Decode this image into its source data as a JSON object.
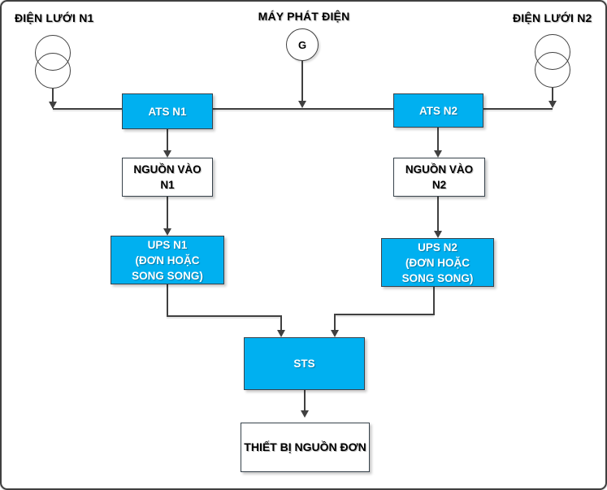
{
  "colors": {
    "node_fill": "#00b0f0",
    "node_text": "#ffffff",
    "plain_fill": "#ffffff",
    "plain_text": "#000000",
    "line": "#404040",
    "canvas_border": "#3f3f3f"
  },
  "sources": {
    "grid1": {
      "label": "ĐIỆN LƯỚI N1",
      "icon": "transformer-icon"
    },
    "generator": {
      "label": "MÁY PHÁT ĐIỆN",
      "symbol": "G",
      "icon": "generator-icon"
    },
    "grid2": {
      "label": "ĐIỆN LƯỚI N2",
      "icon": "transformer-icon"
    }
  },
  "nodes": {
    "ats1": {
      "label": "ATS N1",
      "type": "blue"
    },
    "in1": {
      "label": "NGUỒN VÀO\nN1",
      "type": "white"
    },
    "ups1": {
      "label": "UPS N1\n(ĐƠN HOẶC\nSONG SONG)",
      "type": "blue"
    },
    "ats2": {
      "label": "ATS N2",
      "type": "blue"
    },
    "in2": {
      "label": "NGUỒN VÀO\nN2",
      "type": "white"
    },
    "ups2": {
      "label": "UPS N2\n(ĐƠN HOẶC\nSONG SONG)",
      "type": "blue"
    },
    "sts": {
      "label": "STS",
      "type": "blue"
    },
    "load": {
      "label": "THIẾT BỊ NGUỒN ĐƠN",
      "type": "white"
    }
  }
}
